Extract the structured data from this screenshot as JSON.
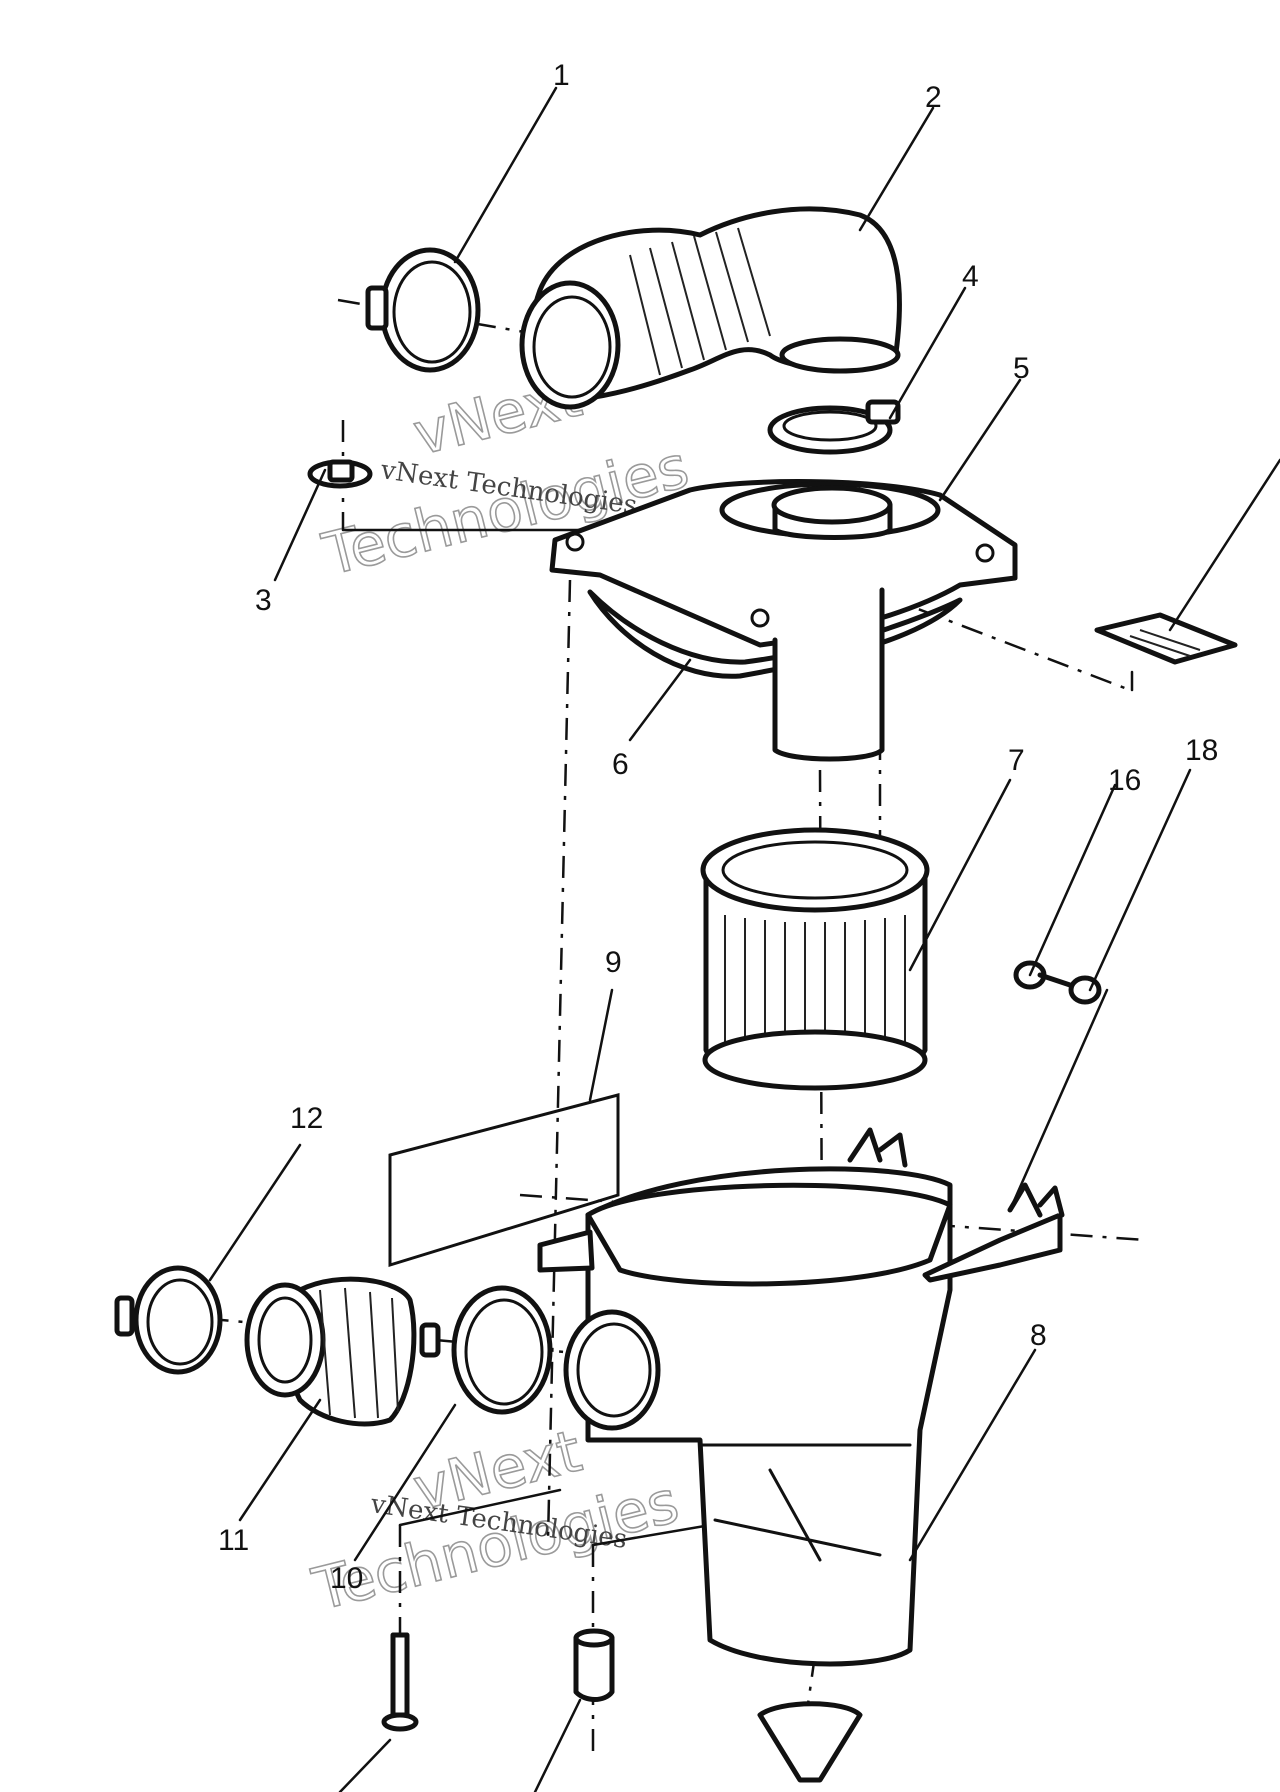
{
  "callouts": [
    {
      "id": "1",
      "label": "1"
    },
    {
      "id": "2",
      "label": "2"
    },
    {
      "id": "3",
      "label": "3"
    },
    {
      "id": "4",
      "label": "4"
    },
    {
      "id": "5",
      "label": "5"
    },
    {
      "id": "6",
      "label": "6"
    },
    {
      "id": "7",
      "label": "7"
    },
    {
      "id": "8",
      "label": "8"
    },
    {
      "id": "9",
      "label": "9"
    },
    {
      "id": "10",
      "label": "10"
    },
    {
      "id": "11",
      "label": "11"
    },
    {
      "id": "12",
      "label": "12"
    },
    {
      "id": "16",
      "label": "16"
    },
    {
      "id": "18",
      "label": "18"
    }
  ],
  "watermark": {
    "line_1": "vNext",
    "line_2": "Technologies",
    "line_small": "vNext Technologies"
  },
  "colors": {
    "ink": "#111111",
    "background": "#ffffff",
    "watermark": "#9a9a9a"
  }
}
